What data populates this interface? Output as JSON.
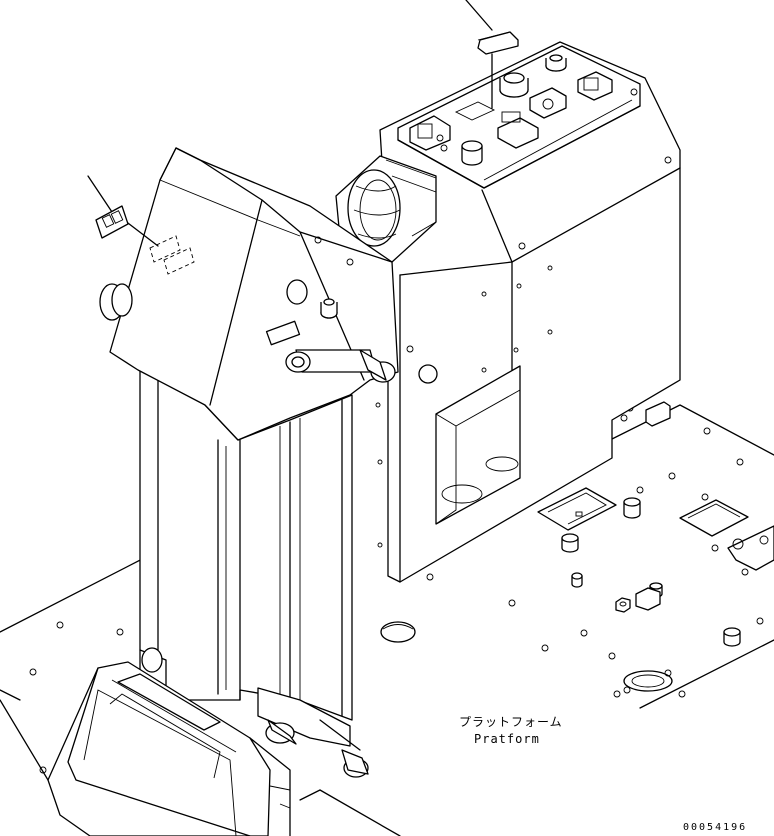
{
  "platform_label": {
    "japanese": "プラットフォーム",
    "english": "Pratform"
  },
  "drawing_number": "00054196",
  "colors": {
    "line": "#000000",
    "background": "#ffffff"
  }
}
